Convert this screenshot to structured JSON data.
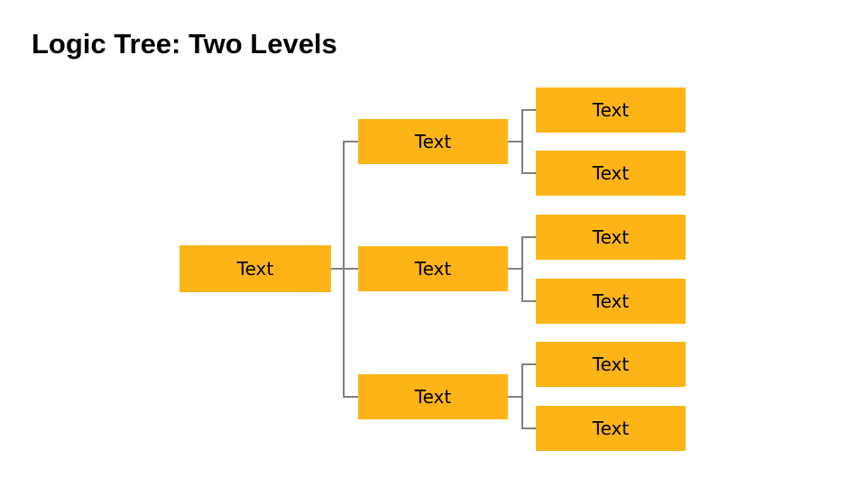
{
  "slide": {
    "title": "Logic Tree: Two Levels"
  },
  "colors": {
    "background": "#FFFFFF",
    "node_fill": "#FCB416",
    "node_text": "#000000",
    "connector": "#808080",
    "title_text": "#000000"
  },
  "tree": {
    "root": {
      "label": "Text"
    },
    "level1": [
      {
        "label": "Text",
        "children": [
          {
            "label": "Text"
          },
          {
            "label": "Text"
          }
        ]
      },
      {
        "label": "Text",
        "children": [
          {
            "label": "Text"
          },
          {
            "label": "Text"
          }
        ]
      },
      {
        "label": "Text",
        "children": [
          {
            "label": "Text"
          },
          {
            "label": "Text"
          }
        ]
      }
    ]
  }
}
